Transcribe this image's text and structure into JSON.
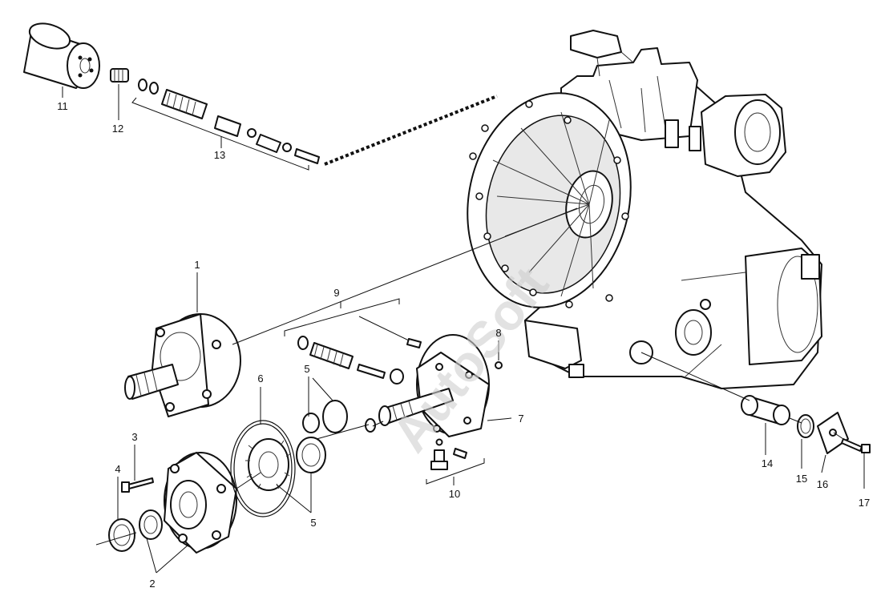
{
  "watermark": "AutoSoft",
  "callouts": {
    "c1": "1",
    "c2": "2",
    "c3": "3",
    "c4": "4",
    "c5a": "5",
    "c5b": "5",
    "c6": "6",
    "c7": "7",
    "c8": "8",
    "c9": "9",
    "c10": "10",
    "c11": "11",
    "c12": "12",
    "c13": "13",
    "c14": "14",
    "c15": "15",
    "c16": "16",
    "c17": "17"
  }
}
